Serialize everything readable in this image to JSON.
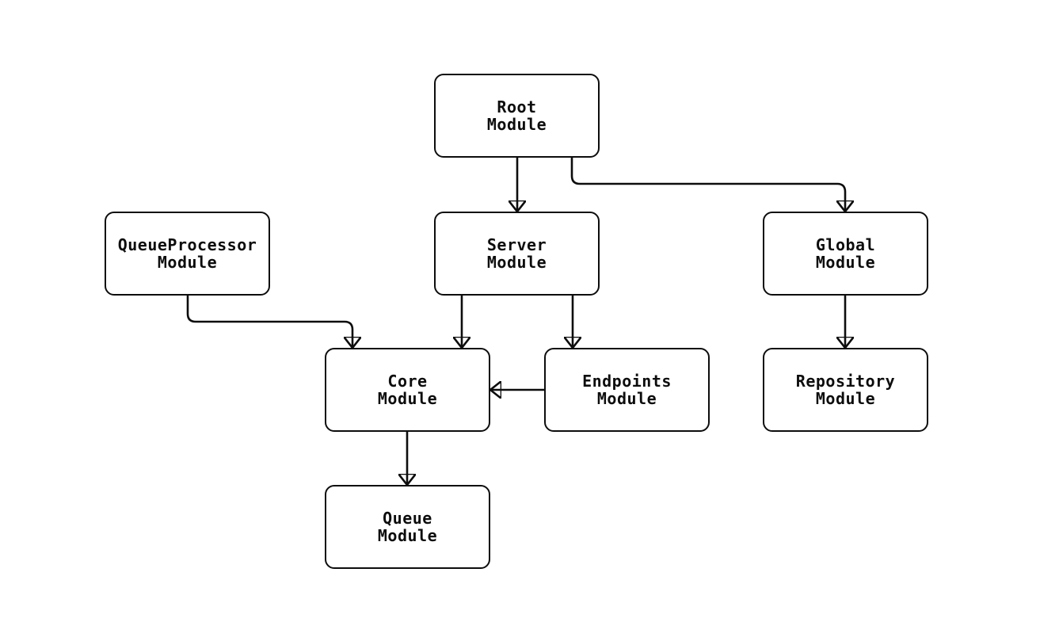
{
  "diagram": {
    "type": "module-dependency-graph",
    "nodes": [
      {
        "id": "root",
        "label": "Root\nModule"
      },
      {
        "id": "queueprocessor",
        "label": "QueueProcessor\nModule"
      },
      {
        "id": "server",
        "label": "Server\nModule"
      },
      {
        "id": "global",
        "label": "Global\nModule"
      },
      {
        "id": "core",
        "label": "Core\nModule"
      },
      {
        "id": "endpoints",
        "label": "Endpoints\nModule"
      },
      {
        "id": "repository",
        "label": "Repository\nModule"
      },
      {
        "id": "queue",
        "label": "Queue\nModule"
      }
    ],
    "edges": [
      {
        "from": "root",
        "to": "server"
      },
      {
        "from": "root",
        "to": "global"
      },
      {
        "from": "queueprocessor",
        "to": "core"
      },
      {
        "from": "server",
        "to": "core"
      },
      {
        "from": "server",
        "to": "endpoints"
      },
      {
        "from": "endpoints",
        "to": "core"
      },
      {
        "from": "global",
        "to": "repository"
      },
      {
        "from": "core",
        "to": "queue"
      }
    ],
    "colors": {
      "background": "#ffffff",
      "node_fill": "#ffffff",
      "node_border": "#0d0d0d",
      "edge": "#0d0d0d",
      "text": "#0d0d0d"
    }
  }
}
